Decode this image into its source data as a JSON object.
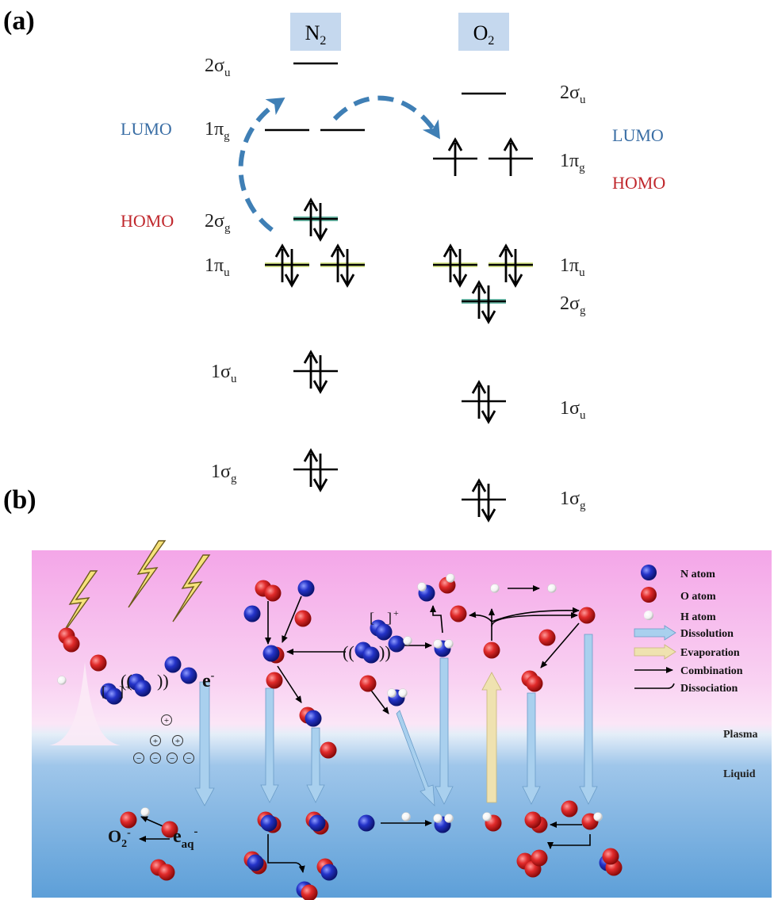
{
  "panel_a": {
    "label": "(a)",
    "n2": {
      "header_base": "N",
      "header_sub": "2",
      "levels": [
        {
          "id": "2su",
          "base": "2σ",
          "sub": "u",
          "kind": "double-line-single",
          "electrons": "none"
        },
        {
          "id": "1pg",
          "base": "1π",
          "sub": "g",
          "kind": "pair",
          "electrons": "none"
        },
        {
          "id": "2sg",
          "base": "2σ",
          "sub": "g",
          "kind": "single",
          "electrons": "pair",
          "highlight": "#2f9f86"
        },
        {
          "id": "1pu",
          "base": "1π",
          "sub": "u",
          "kind": "pair",
          "electrons": "pair",
          "highlight": "#c9df5a"
        },
        {
          "id": "1su",
          "base": "1σ",
          "sub": "u",
          "kind": "single",
          "electrons": "pair"
        },
        {
          "id": "1sg",
          "base": "1σ",
          "sub": "g",
          "kind": "single",
          "electrons": "pair"
        }
      ],
      "lumo_text": "LUMO",
      "homo_text": "HOMO"
    },
    "o2": {
      "header_base": "O",
      "header_sub": "2",
      "levels": [
        {
          "id": "2su",
          "base": "2σ",
          "sub": "u",
          "kind": "single",
          "electrons": "none"
        },
        {
          "id": "1pg",
          "base": "1π",
          "sub": "g",
          "kind": "pair",
          "electrons": "single-up"
        },
        {
          "id": "1pu",
          "base": "1π",
          "sub": "u",
          "kind": "pair",
          "electrons": "pair",
          "highlight": "#c9df5a"
        },
        {
          "id": "2sg",
          "base": "2σ",
          "sub": "g",
          "kind": "single",
          "electrons": "pair",
          "highlight": "#2f9f86"
        },
        {
          "id": "1su",
          "base": "1σ",
          "sub": "u",
          "kind": "single",
          "electrons": "pair"
        },
        {
          "id": "1sg",
          "base": "1σ",
          "sub": "g",
          "kind": "single",
          "electrons": "pair"
        }
      ],
      "lumo_text": "LUMO",
      "homo_text": "HOMO"
    },
    "colors": {
      "lumo": "#3a6ea5",
      "homo": "#c0282d",
      "arrow": "#3f7fb5",
      "header_bg": "#c5d8ee"
    }
  },
  "panel_b": {
    "label": "(b)",
    "legend": [
      {
        "key": "n",
        "text": "N atom"
      },
      {
        "key": "o",
        "text": "O atom"
      },
      {
        "key": "h",
        "text": "H atom"
      },
      {
        "key": "dissolution",
        "text": "Dissolution"
      },
      {
        "key": "evaporation",
        "text": "Evaporation"
      },
      {
        "key": "combination",
        "text": "Combination"
      },
      {
        "key": "dissociation",
        "text": "Dissociation"
      }
    ],
    "region_plasma": "Plasma",
    "region_liquid": "Liquid",
    "electron": "e",
    "electron_sup": "-",
    "eaq_base": "e",
    "eaq_sub": "aq",
    "eaq_sup": "-",
    "superoxide_base": "O",
    "superoxide_sub": "2",
    "superoxide_sup": "-",
    "ion_sup": "+",
    "plus_sign": "+",
    "minus_sign": "−",
    "colors": {
      "n_atom": "#2433c8",
      "o_atom": "#e02a2a",
      "h_atom": "#ffffff",
      "dissolution": "#a9d0ee",
      "evaporation": "#efe2b0"
    }
  }
}
